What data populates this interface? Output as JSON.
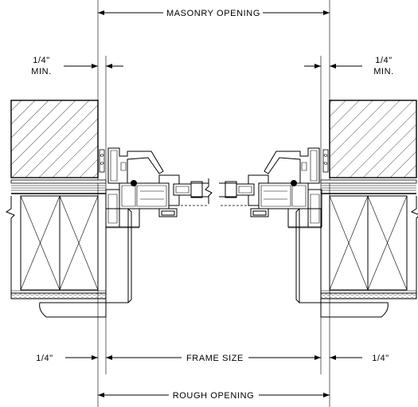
{
  "dimensions": {
    "masonry_opening": "MASONRY OPENING",
    "frame_size": "FRAME SIZE",
    "rough_opening": "ROUGH OPENING",
    "left_quarter_top": "1/4\"",
    "left_min": "MIN.",
    "right_quarter_top": "1/4\"",
    "right_min": "MIN.",
    "left_quarter_bottom": "1/4\"",
    "right_quarter_bottom": "1/4\""
  }
}
